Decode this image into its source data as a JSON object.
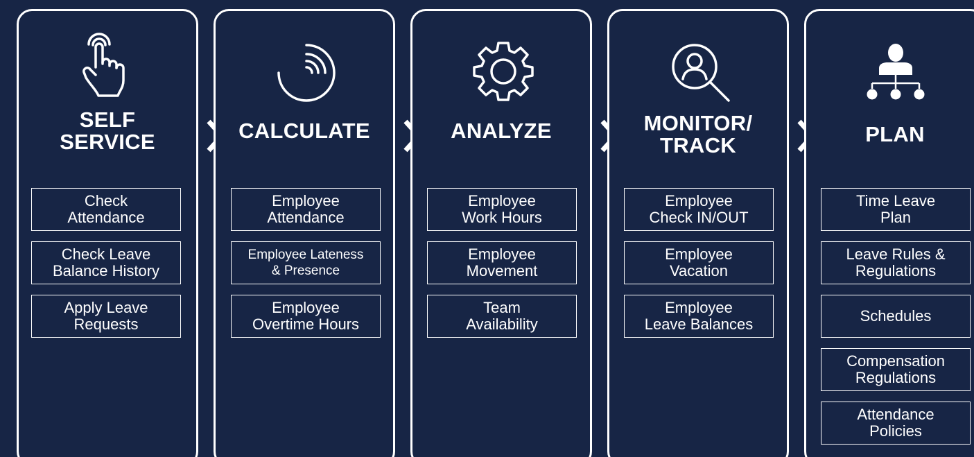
{
  "stages": [
    {
      "id": "self-service",
      "icon": "tap-hand-icon",
      "title": "SELF\nSERVICE",
      "items": [
        "Check\nAttendance",
        "Check Leave\nBalance History",
        "Apply Leave\nRequests"
      ]
    },
    {
      "id": "calculate",
      "icon": "calculation-dial-icon",
      "title": "CALCULATE",
      "items": [
        "Employee\nAttendance",
        "Employee Lateness\n& Presence",
        "Employee\nOvertime Hours"
      ]
    },
    {
      "id": "analyze",
      "icon": "gear-icon",
      "title": "ANALYZE",
      "items": [
        "Employee\nWork Hours",
        "Employee\nMovement",
        "Team\nAvailability"
      ]
    },
    {
      "id": "monitor-track",
      "icon": "person-search-icon",
      "title": "MONITOR/\nTRACK",
      "items": [
        "Employee\nCheck IN/OUT",
        "Employee\nVacation",
        "Employee\nLeave Balances"
      ]
    },
    {
      "id": "plan",
      "icon": "org-chart-icon",
      "title": "PLAN",
      "items": [
        "Time Leave\nPlan",
        "Leave Rules &\nRegulations",
        "Schedules",
        "Compensation\nRegulations",
        "Attendance\nPolicies"
      ]
    }
  ],
  "colors": {
    "background": "#172545",
    "foreground": "#ffffff"
  }
}
